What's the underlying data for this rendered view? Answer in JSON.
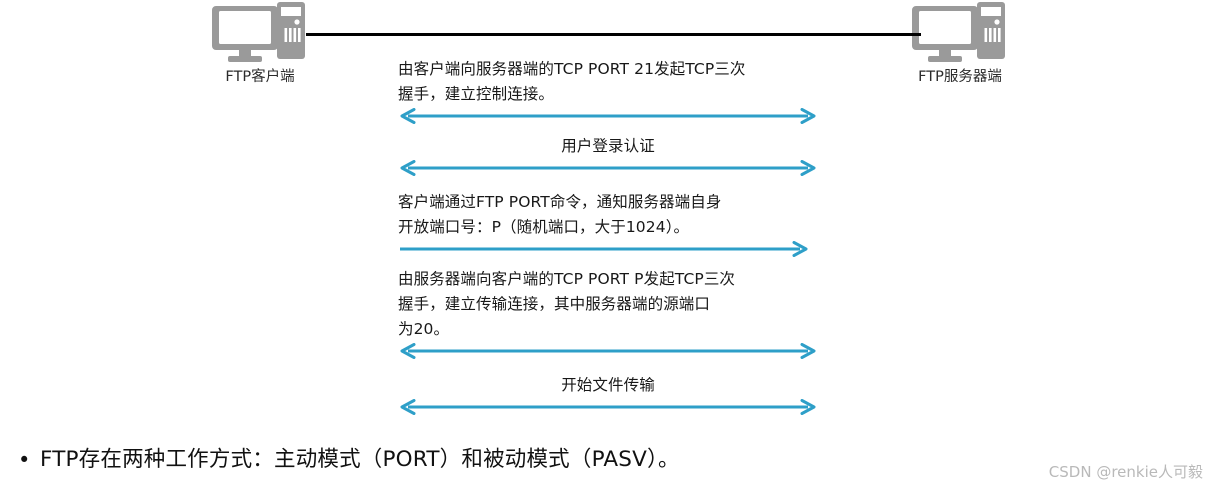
{
  "diagram": {
    "title": "FTP 主动模式 (PORT) 交互流程",
    "accent_color": "#2e9fc8",
    "line_color": "#000000",
    "icon_color": "#9a9a9a",
    "nodes": [
      {
        "id": "client",
        "label": "FTP客户端",
        "icon": "computer-icon"
      },
      {
        "id": "server",
        "label": "FTP服务器端",
        "icon": "computer-icon"
      }
    ],
    "messages": [
      {
        "id": "msg-1",
        "text": "由客户端向服务器端的TCP PORT 21发起TCP三次\n握手，建立控制连接。",
        "align": "left",
        "direction": "both",
        "arrow_width": 416
      },
      {
        "id": "msg-2",
        "text": "用户登录认证",
        "align": "center",
        "direction": "both",
        "arrow_width": 416
      },
      {
        "id": "msg-3",
        "text": "客户端通过FTP PORT命令，通知服务器端自身\n开放端口号：P（随机端口，大于1024）。",
        "align": "left",
        "direction": "right",
        "arrow_width": 408
      },
      {
        "id": "msg-4",
        "text": "由服务器端向客户端的TCP PORT P发起TCP三次\n握手，建立传输连接，其中服务器端的源端口\n为20。",
        "align": "left",
        "direction": "both",
        "arrow_width": 416
      },
      {
        "id": "msg-5",
        "text": "开始文件传输",
        "align": "center",
        "direction": "both",
        "arrow_width": 416
      }
    ]
  },
  "bullet": {
    "marker": "•",
    "text": "FTP存在两种工作方式：主动模式（PORT）和被动模式（PASV）。"
  },
  "watermark": {
    "text": "CSDN @renkie人可毅"
  }
}
